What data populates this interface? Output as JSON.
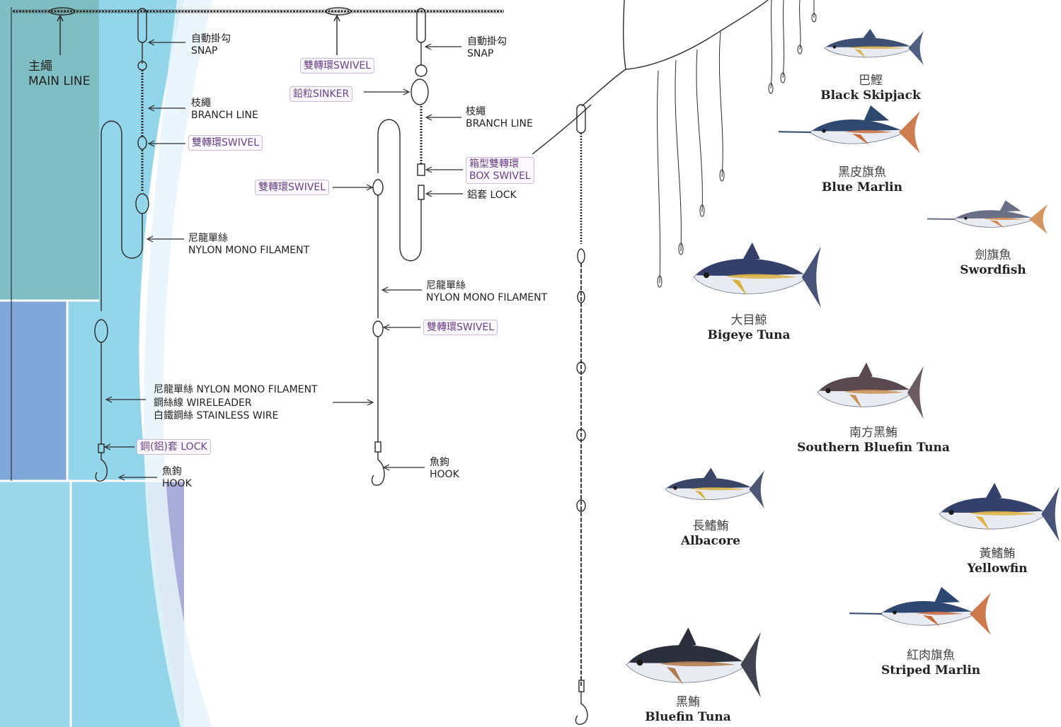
{
  "main_line": {
    "zh": "主繩",
    "en": "MAIN LINE"
  },
  "left_rig": {
    "snap": {
      "zh": "自動掛勾",
      "en": "SNAP"
    },
    "branch_line": {
      "zh": "枝繩",
      "en": "BRANCH LINE"
    },
    "swivel": "雙轉環SWIVEL",
    "nylon": {
      "zh": "尼龍單絲",
      "en": "NYLON MONO FILAMENT"
    },
    "leader": [
      "尼龍單絲  NYLON MONO FILAMENT",
      "鋼絲線  WIRELEADER",
      "白鐵鋼絲  STAINLESS WIRE"
    ],
    "lock": "銅(鋁)套  LOCK",
    "hook": {
      "zh": "魚鉤",
      "en": "HOOK"
    }
  },
  "middle_rig": {
    "top_swivel": "雙轉環SWIVEL",
    "sinker": "鉛粒SINKER",
    "snap": {
      "zh": "自動掛勾",
      "en": "SNAP"
    },
    "branch_line": {
      "zh": "枝繩",
      "en": "BRANCH LINE"
    },
    "box_swivel": {
      "zh": "箱型雙轉環",
      "en": "BOX SWIVEL"
    },
    "lock": "鋁套  LOCK",
    "swivel_left": "雙轉環SWIVEL",
    "nylon": {
      "zh": "尼龍單絲",
      "en": "NYLON MONO FILAMENT"
    },
    "swivel_right": "雙轉環SWIVEL",
    "hook": {
      "zh": "魚鉤",
      "en": "HOOK"
    }
  },
  "fish": [
    {
      "zh": "巴鰹",
      "en": "Black Skipjack",
      "body_color": "#3d4f72",
      "stripe": "#d8b24a"
    },
    {
      "zh": "黑皮旗魚",
      "en": "Blue Marlin",
      "body_color": "#2f4870",
      "stripe": "#c8703e"
    },
    {
      "zh": "劍旗魚",
      "en": "Swordfish",
      "body_color": "#6a6f86",
      "stripe": "#d08a50"
    },
    {
      "zh": "大目鯨",
      "en": "Bigeye Tuna",
      "body_color": "#34406a",
      "stripe": "#d9b040"
    },
    {
      "zh": "南方黑鮪",
      "en": "Southern Bluefin Tuna",
      "body_color": "#5a4a50",
      "stripe": "#c89050"
    },
    {
      "zh": "長鰭鮪",
      "en": "Albacore",
      "body_color": "#3a4466",
      "stripe": "#d8b448"
    },
    {
      "zh": "黃鰭鮪",
      "en": "Yellowfin",
      "body_color": "#34406c",
      "stripe": "#e0b440"
    },
    {
      "zh": "紅肉旗魚",
      "en": "Striped Marlin",
      "body_color": "#2e4772",
      "stripe": "#c86a3a"
    },
    {
      "zh": "黑鮪",
      "en": "Bluefin Tuna",
      "body_color": "#2c2f3c",
      "stripe": "#b07a4a"
    }
  ],
  "colors": {
    "teal": "#74b9be",
    "cyan": "#93d7ea",
    "steel": "#7fa6d6",
    "lavender": "#a6a9d6",
    "tag_text": "#6a3f86"
  }
}
